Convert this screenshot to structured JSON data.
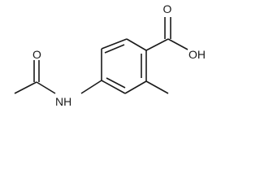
{
  "molecule": {
    "atoms": {
      "carbonyl_oxygen_acid": "O",
      "hydroxyl": "OH",
      "carbonyl_oxygen_amide": "O",
      "amide_nitrogen": "NH"
    }
  },
  "colors": {
    "bond": "#1a1a1a",
    "background": "#ffffff"
  }
}
